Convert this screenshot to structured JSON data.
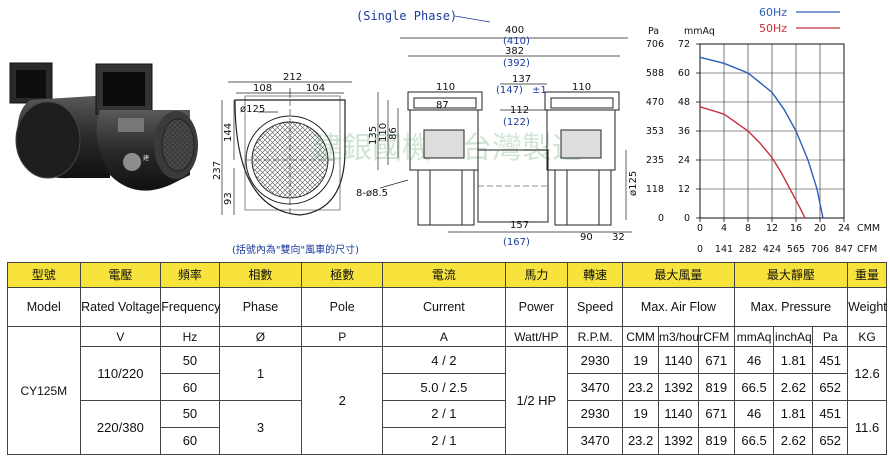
{
  "drawing": {
    "phase_label": "(Single Phase)",
    "note": "(括號內為\"雙向\"風車的尺寸)",
    "watermark": "建銀國機．台灣製造",
    "side_view": {
      "width": "212",
      "left": "108",
      "right": "104",
      "diameter": "ø125",
      "height": "237",
      "inner_height": "144",
      "base": "93"
    },
    "front_view": {
      "total": "400",
      "total_alt": "(410)",
      "span": "382",
      "span_alt": "(392)",
      "center": "137",
      "center_alt": "(147)",
      "tol": "±1",
      "outlet": "110",
      "outlet2": "110",
      "outlet_inner": "87",
      "middle": "112",
      "middle_alt": "(122)",
      "h1": "135",
      "h2": "110",
      "h3": "86",
      "holes": "8-ø8.5",
      "bottom": "157",
      "bottom_alt": "(167)",
      "foot": "90",
      "foot2": "32",
      "dia": "ø125"
    }
  },
  "chart_data": {
    "type": "line",
    "series": [
      {
        "name": "60Hz",
        "color": "#2b5fb8",
        "x": [
          0,
          4,
          8,
          12,
          14,
          16,
          18,
          19.5,
          20.5
        ],
        "y": [
          66.5,
          64,
          60,
          52,
          45,
          36,
          24,
          12,
          0
        ]
      },
      {
        "name": "50Hz",
        "color": "#c7303a",
        "x": [
          0,
          4,
          8,
          10,
          12,
          13.5,
          15,
          16.5,
          17.5
        ],
        "y": [
          46,
          43,
          36,
          31,
          25,
          19,
          12,
          5,
          0
        ]
      }
    ],
    "ylabel_left": "Pa",
    "ylabel_right": "mmAq",
    "yticks_pa": [
      "706",
      "588",
      "470",
      "353",
      "235",
      "118",
      "0"
    ],
    "yticks_mmaq": [
      "72",
      "60",
      "48",
      "36",
      "24",
      "12",
      "0"
    ],
    "xticks_cmm": [
      "0",
      "4",
      "8",
      "12",
      "16",
      "20",
      "24"
    ],
    "xticks_cfm": [
      "0",
      "141",
      "282",
      "424",
      "565",
      "706",
      "847"
    ],
    "xlabel_cmm": "CMM",
    "xlabel_cfm": "CFM",
    "xlim": [
      0,
      24
    ],
    "ylim": [
      0,
      72
    ],
    "grid": true,
    "legend": "top-right"
  },
  "table": {
    "h1": {
      "model": "型號",
      "voltage": "電壓",
      "frequency": "頻率",
      "phase": "相數",
      "pole": "極數",
      "current": "電流",
      "power": "馬力",
      "speed": "轉速",
      "airflow": "最大風量",
      "pressure": "最大靜壓",
      "weight": "重量"
    },
    "h2": {
      "model": "Model",
      "voltage": "Rated Voltage",
      "frequency": "Frequency",
      "phase": "Phase",
      "pole": "Pole",
      "current": "Current",
      "power": "Power",
      "speed": "Speed",
      "airflow": "Max. Air Flow",
      "pressure": "Max. Pressure",
      "weight": "Weight"
    },
    "h3": {
      "voltage": "V",
      "frequency": "Hz",
      "phase": "Ø",
      "pole": "P",
      "current": "A",
      "power": "Watt/HP",
      "speed": "R.P.M.",
      "cmm": "CMM",
      "m3h": "m3/hour",
      "cfm": "CFM",
      "mmaq": "mmAq",
      "inchaq": "inchAq",
      "pa": "Pa",
      "kg": "KG"
    },
    "model": "CY125M",
    "pole": "2",
    "power": "1/2 HP",
    "rows": [
      {
        "voltage": "110/220",
        "hz": "50",
        "phase": "1",
        "current": "4 / 2",
        "rpm": "2930",
        "cmm": "19",
        "m3h": "1140",
        "cfm": "671",
        "mmaq": "46",
        "inchaq": "1.81",
        "pa": "451",
        "kg": "12.6"
      },
      {
        "hz": "60",
        "current": "5.0 / 2.5",
        "rpm": "3470",
        "cmm": "23.2",
        "m3h": "1392",
        "cfm": "819",
        "mmaq": "66.5",
        "inchaq": "2.62",
        "pa": "652"
      },
      {
        "voltage": "220/380",
        "hz": "50",
        "phase": "3",
        "current": "2 / 1",
        "rpm": "2930",
        "cmm": "19",
        "m3h": "1140",
        "cfm": "671",
        "mmaq": "46",
        "inchaq": "1.81",
        "pa": "451",
        "kg": "11.6"
      },
      {
        "hz": "60",
        "current": "2 / 1",
        "rpm": "3470",
        "cmm": "23.2",
        "m3h": "1392",
        "cfm": "819",
        "mmaq": "66.5",
        "inchaq": "2.62",
        "pa": "652"
      }
    ]
  }
}
